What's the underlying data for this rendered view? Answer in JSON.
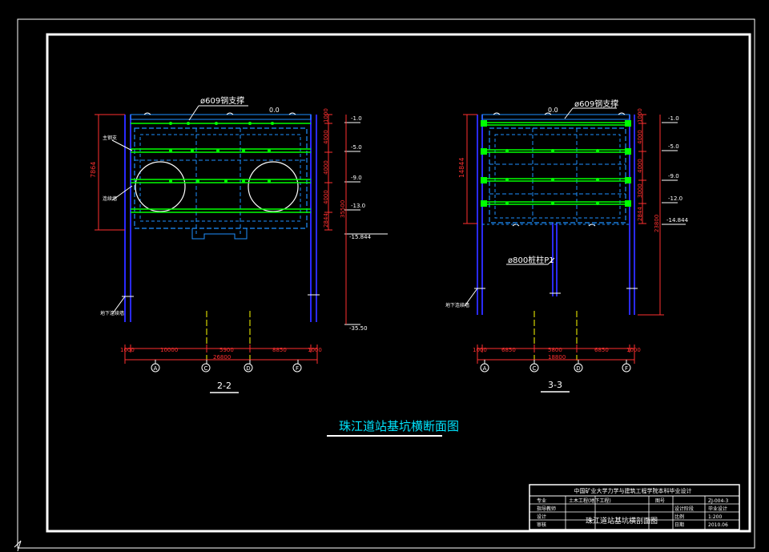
{
  "sheet": {
    "title": "珠江道站基坑横断面图",
    "colors": {
      "background": "#000000",
      "frame": "#ffffff",
      "pile": "#2a2aff",
      "strut": "#00ff00",
      "structure": "#1e90ff",
      "dimension": "#ff3030",
      "text": "#ffffff",
      "cyan_text": "#00e5ff",
      "axis": "#ffff00"
    }
  },
  "section_22": {
    "label": "2-2",
    "strut_label": "ø609钢支撑",
    "top_level": "0.0",
    "left_height_dim": "7864",
    "dims_right": [
      "1000",
      "4000",
      "4000",
      "4000",
      "2844"
    ],
    "elevations": [
      "-1.0",
      "-5.0",
      "-9.0",
      "-13.0",
      "-15.844",
      "-35.50"
    ],
    "total_depth_dim": "35500",
    "bottom_dims": [
      "1000",
      "10000",
      "5900",
      "8850",
      "1000"
    ],
    "bottom_total": "26800",
    "axes": [
      "A",
      "C",
      "D",
      "F"
    ],
    "left_notes": [
      "主钢支",
      "连续墙",
      "地下连续墙"
    ]
  },
  "section_33": {
    "label": "3-3",
    "strut_label": "ø609钢支撑",
    "top_level": "0.0",
    "left_height_dim": "14844",
    "dims_right": [
      "1000",
      "4000",
      "4000",
      "3000",
      "2844"
    ],
    "elevations": [
      "-1.0",
      "-5.0",
      "-9.0",
      "-12.0",
      "-14.844"
    ],
    "total_depth_dim": "23800",
    "bottom_dims": [
      "1000",
      "6850",
      "5800",
      "6850",
      "1000"
    ],
    "bottom_total": "18800",
    "axes": [
      "A",
      "C",
      "D",
      "F"
    ],
    "pile_label": "ø800桩柱P1",
    "left_notes": [
      "地下连续墙"
    ]
  },
  "title_block": {
    "header": "中国矿业大学力学与建筑工程学院本科毕业设计",
    "rows": [
      [
        "专业",
        "土木工程(地下工程)",
        "图号",
        "ZJ-004-3"
      ],
      [
        "指导教师",
        "",
        "设计阶段",
        "毕业设计"
      ],
      [
        "设计",
        "",
        "比例",
        "1:200"
      ],
      [
        "审核",
        "",
        "日期",
        "2010.06"
      ]
    ],
    "drawing_name": "珠江道站基坑横剖面图"
  }
}
